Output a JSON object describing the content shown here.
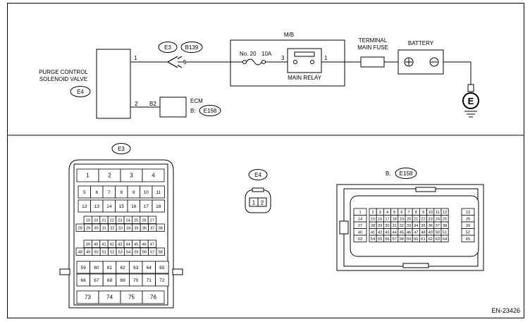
{
  "diagram_id": "EN-23426",
  "schematic": {
    "purge_valve": {
      "title_line1": "PURGE CONTROL",
      "title_line2": "SOLENOID VALVE",
      "connector": "E4"
    },
    "wire_pins": {
      "valve_top": "1",
      "valve_bottom": "2",
      "ecm_pin": "B2",
      "e3_pin": "5",
      "fuse_side": "3",
      "relay_out": "1"
    },
    "connector_e3": "E3",
    "connector_b139": "B139",
    "ecm": {
      "label": "ECM",
      "connector_prefix": "B:",
      "connector": "E158"
    },
    "mb": {
      "label": "M/B",
      "fuse": "No. 20",
      "rating": "10A",
      "relay_label": "MAIN RELAY"
    },
    "terminal_fuse": {
      "line1": "TERMINAL",
      "line2": "MAIN FUSE"
    },
    "battery": {
      "label": "BATTERY"
    },
    "ground": {
      "symbol": "E"
    }
  },
  "connector_views": {
    "e3": {
      "label": "E3",
      "top_row": [
        "1",
        "2",
        "3",
        "4"
      ],
      "row2": [
        "5",
        "6",
        "7",
        "8",
        "9",
        "10",
        "11"
      ],
      "row3": [
        "12",
        "13",
        "14",
        "15",
        "16",
        "17",
        "18"
      ],
      "row4": [
        "19",
        "20",
        "21",
        "22",
        "23",
        "24",
        "25",
        "26",
        "27"
      ],
      "row5": [
        "28",
        "29",
        "30",
        "31",
        "32",
        "33",
        "34",
        "35",
        "36",
        "37",
        "38"
      ],
      "row6": [
        "39",
        "40",
        "41",
        "42",
        "43",
        "44",
        "45",
        "46",
        "47"
      ],
      "row7": [
        "48",
        "49",
        "50",
        "51",
        "52",
        "53",
        "54",
        "55",
        "56",
        "57",
        "58"
      ],
      "row8": [
        "59",
        "60",
        "61",
        "62",
        "63",
        "64",
        "65"
      ],
      "row9": [
        "66",
        "67",
        "68",
        "69",
        "70",
        "71",
        "72"
      ],
      "bottom_row": [
        "73",
        "74",
        "75",
        "76"
      ]
    },
    "e4": {
      "label": "E4",
      "pins": [
        "1",
        "2"
      ]
    },
    "e158": {
      "prefix": "B:",
      "label": "E158",
      "rows": [
        {
          "left": "1",
          "mid": [
            "2",
            "3",
            "4",
            "5",
            "6",
            "7",
            "8",
            "9",
            "10",
            "11",
            "12"
          ],
          "right": "13"
        },
        {
          "left": "14",
          "mid": [
            "15",
            "16",
            "17",
            "18",
            "19",
            "20",
            "21",
            "22",
            "23",
            "24",
            "25"
          ],
          "right": "26"
        },
        {
          "left": "27",
          "mid": [
            "28",
            "29",
            "30",
            "31",
            "32",
            "33",
            "34",
            "35",
            "36",
            "37",
            "38"
          ],
          "right": "39"
        },
        {
          "left": "40",
          "mid": [
            "41",
            "42",
            "43",
            "44",
            "45",
            "46",
            "47",
            "48",
            "49",
            "50",
            "51"
          ],
          "right": "52"
        },
        {
          "left": "53",
          "mid": [
            "54",
            "55",
            "56",
            "57",
            "58",
            "59",
            "60",
            "61",
            "62",
            "63",
            "64"
          ],
          "right": "65"
        }
      ]
    }
  }
}
